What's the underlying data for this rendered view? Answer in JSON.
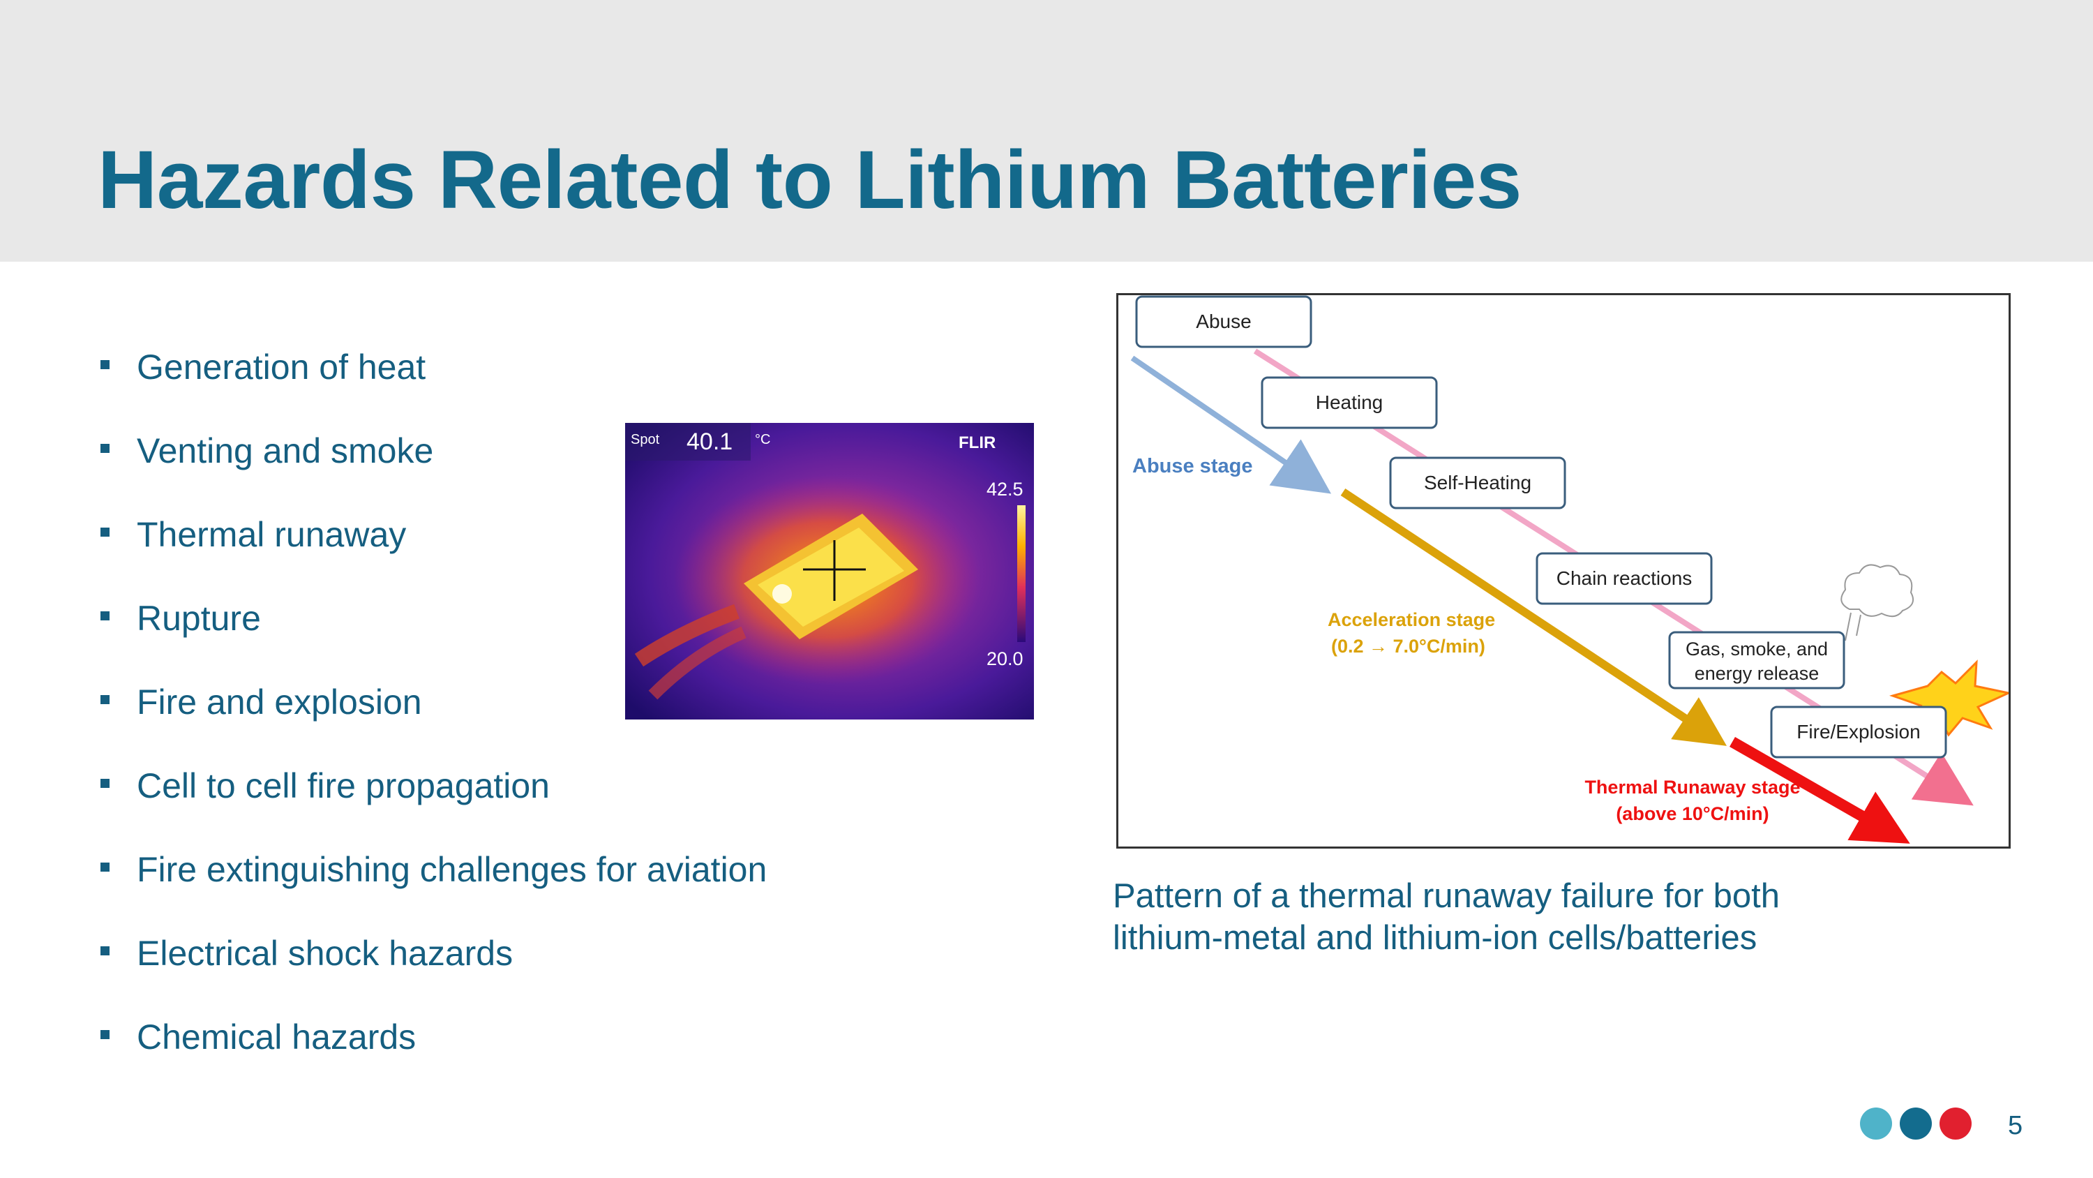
{
  "slide": {
    "title": "Hazards Related to Lithium Batteries",
    "page_number": "5"
  },
  "bullets": [
    "Generation of heat",
    "Venting and smoke",
    "Thermal runaway",
    "Rupture",
    "Fire and explosion",
    "Cell to cell fire propagation",
    "Fire extinguishing challenges for aviation",
    "Electrical shock hazards",
    "Chemical hazards"
  ],
  "thermal_image": {
    "spot_label": "Spot",
    "spot_value": "40.1",
    "unit": "°C",
    "brand": "FLIR",
    "scale_max": "42.5",
    "scale_min": "20.0"
  },
  "diagram": {
    "boxes": {
      "abuse": "Abuse",
      "heating": "Heating",
      "self_heating": "Self-Heating",
      "chain": "Chain reactions",
      "gas_line1": "Gas, smoke, and",
      "gas_line2": "energy release",
      "fire": "Fire/Explosion"
    },
    "stages": {
      "abuse": "Abuse stage",
      "accel_line1": "Acceleration stage",
      "accel_line2": "(0.2 → 7.0°C/min)",
      "runaway_line1": "Thermal Runaway stage",
      "runaway_line2": "(above 10°C/min)"
    },
    "colors": {
      "abuse": "#8fb1d9",
      "pink": "#f2a6c6",
      "accel": "#dba20a",
      "runaway": "#ee1111",
      "box_border": "#3a5d7c"
    }
  },
  "caption": {
    "line1": "Pattern of a thermal runaway failure for both",
    "line2": "lithium-metal and lithium-ion cells/batteries"
  },
  "footer_dots": [
    "#4fb3c9",
    "#136c8e",
    "#e1202f"
  ],
  "colors": {
    "title": "#13698b",
    "text": "#155e80",
    "header_bg": "#e8e8e8"
  }
}
